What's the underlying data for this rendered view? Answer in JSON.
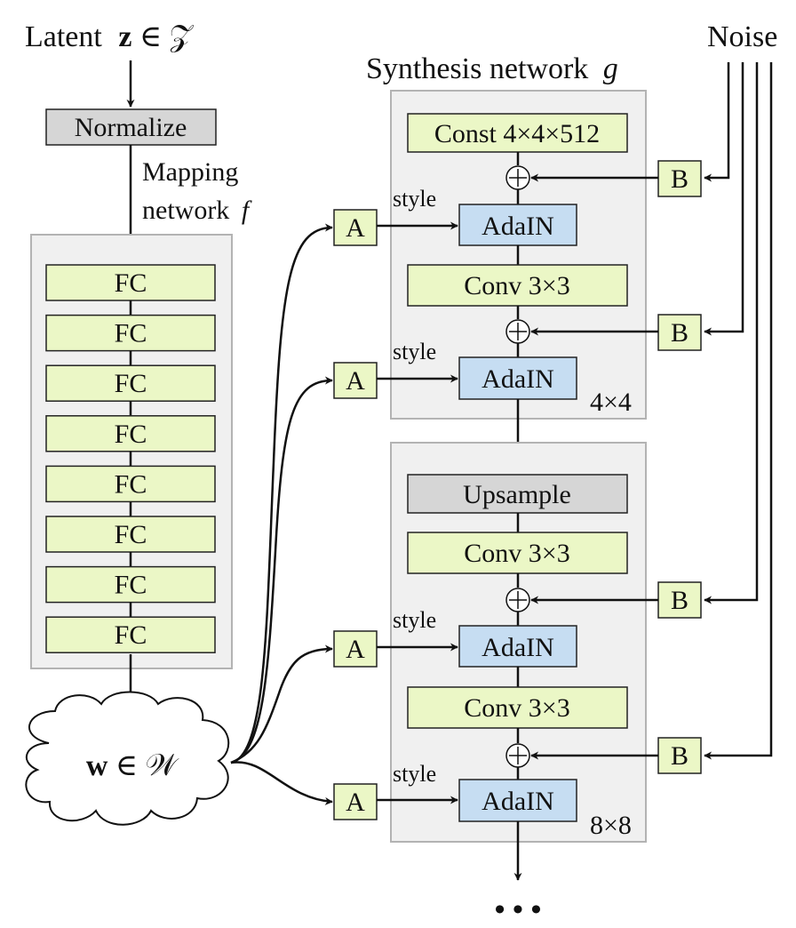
{
  "diagram": {
    "latent_label_prefix": "Latent",
    "latent_label_math": "z ∈ 𝒵",
    "normalize_label": "Normalize",
    "mapping_label_line1": "Mapping",
    "mapping_label_line2": "network",
    "mapping_label_symbol": "f",
    "fc_label": "FC",
    "fc_layers": [
      "FC",
      "FC",
      "FC",
      "FC",
      "FC",
      "FC",
      "FC",
      "FC"
    ],
    "w_label": "w ∈ 𝒲",
    "synthesis_label": "Synthesis network",
    "synthesis_symbol": "g",
    "noise_label": "Noise",
    "const_label": "Const 4×4×512",
    "upsample_label": "Upsample",
    "conv_label": "Conv 3×3",
    "adain_label": "AdaIN",
    "style_label": "style",
    "a_label": "A",
    "b_label": "B",
    "block_4x4_label": "4×4",
    "block_8x8_label": "8×8",
    "continuation_label": "• • •"
  }
}
